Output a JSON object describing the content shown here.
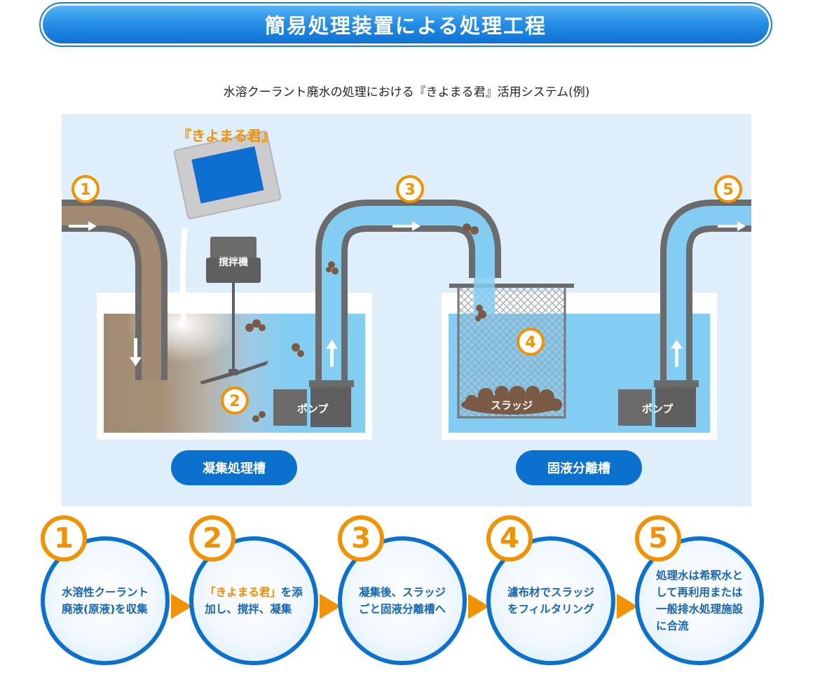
{
  "title": "簡易処理装置による処理工程",
  "subtitle": "水溶クーラント廃水の処理における『きよまる君』活用システム(例)",
  "diagram": {
    "product_label": "『きよまる君』",
    "markers": [
      "1",
      "2",
      "3",
      "4",
      "5"
    ],
    "mixer_label": "撹拌機",
    "pump_label": "ポンプ",
    "sludge_label": "スラッジ",
    "tank_left_label": "凝集処理槽",
    "tank_right_label": "固液分離槽"
  },
  "steps": [
    {
      "num": "1",
      "lines": [
        "水溶性クーラント",
        "廃液(原液)を収集"
      ]
    },
    {
      "num": "2",
      "highlight": "「きよまる君」",
      "lines": [
        "を添",
        "加し、撹拌、凝集"
      ]
    },
    {
      "num": "3",
      "lines": [
        "凝集後、スラッジ",
        "ごと固液分離槽へ"
      ]
    },
    {
      "num": "4",
      "lines": [
        "濾布材でスラッジ",
        "をフィルタリング"
      ]
    },
    {
      "num": "5",
      "lines": [
        "処理水は希釈水と",
        "して再利用または",
        "一般排水処理施設",
        "に合流"
      ]
    }
  ],
  "colors": {
    "title_blue": "#2790e6",
    "orange": "#f39200",
    "water": "#84cdf2",
    "wastewater": "#a08a72",
    "pipe_gray": "#6b6b6b",
    "step_blue": "#0b71cf"
  }
}
